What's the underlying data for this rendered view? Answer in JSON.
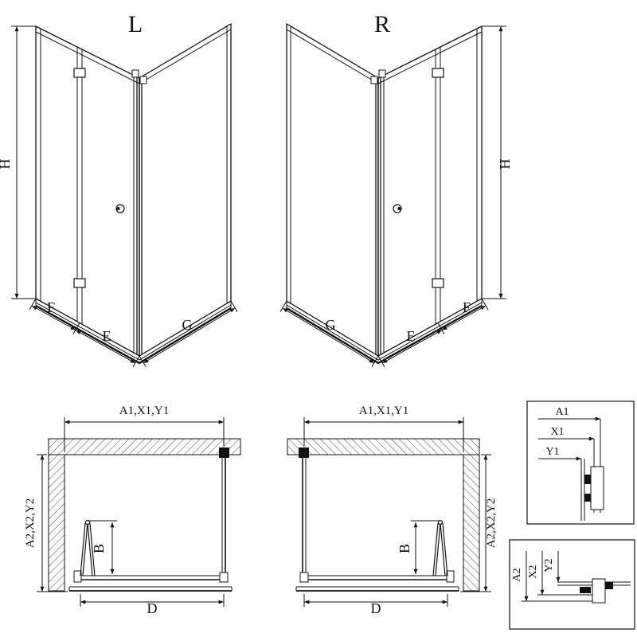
{
  "iso_left": {
    "title": "L",
    "dim_h": "H",
    "dim_f": "F",
    "dim_e": "E",
    "dim_g": "G"
  },
  "iso_right": {
    "title": "R",
    "dim_h": "H",
    "dim_f": "F",
    "dim_e": "E",
    "dim_g": "G"
  },
  "plan_left": {
    "dim_width": "A1,X1,Y1",
    "dim_depth": "A2,X2,Y2",
    "dim_b": "B",
    "dim_d": "D"
  },
  "plan_right": {
    "dim_width": "A1,X1,Y1",
    "dim_depth": "A2,X2,Y2",
    "dim_b": "B",
    "dim_d": "D"
  },
  "detail_width_profile": {
    "dim_a1": "A1",
    "dim_x1": "X1",
    "dim_y1": "Y1"
  },
  "detail_depth_profile": {
    "dim_a2": "A2",
    "dim_x2": "X2",
    "dim_y2": "Y2"
  },
  "colors": {
    "line": "#111111",
    "background": "#ffffff"
  }
}
